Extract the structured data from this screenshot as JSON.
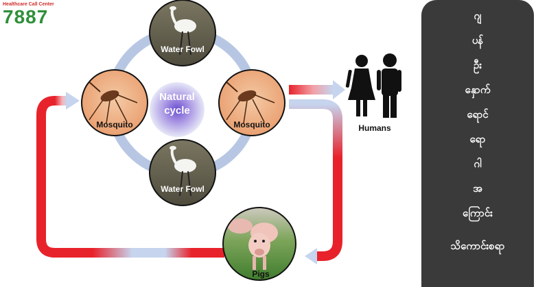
{
  "logo": {
    "tagline": "Healthcare Call Center",
    "number": "7887",
    "colors": {
      "tagline": "#d12a2a",
      "number": "#2f8f3a"
    }
  },
  "diagram": {
    "center_label_line1": "Natural",
    "center_label_line2": "cycle",
    "nodes": {
      "water_fowl_top": "Water Fowl",
      "water_fowl_bottom": "Water Fowl",
      "mosquito_left": "Mosquito",
      "mosquito_right": "Mosquito",
      "humans": "Humans",
      "pigs": "Pigs"
    },
    "colors": {
      "ring": "#b7c7e3",
      "arrow_red": "#e8222b",
      "arrow_blue": "#c6d4ee",
      "center_glow": "#8c74d8",
      "panel": "#3a3a3a"
    }
  },
  "side_panel": {
    "lines": [
      "ဂျ",
      "ပန်",
      "ဦး",
      "နှောက်",
      "ရောင်",
      "ရော",
      "ဂါ",
      "အ",
      "ကြောင်း",
      "သိကောင်းစရာ"
    ]
  }
}
